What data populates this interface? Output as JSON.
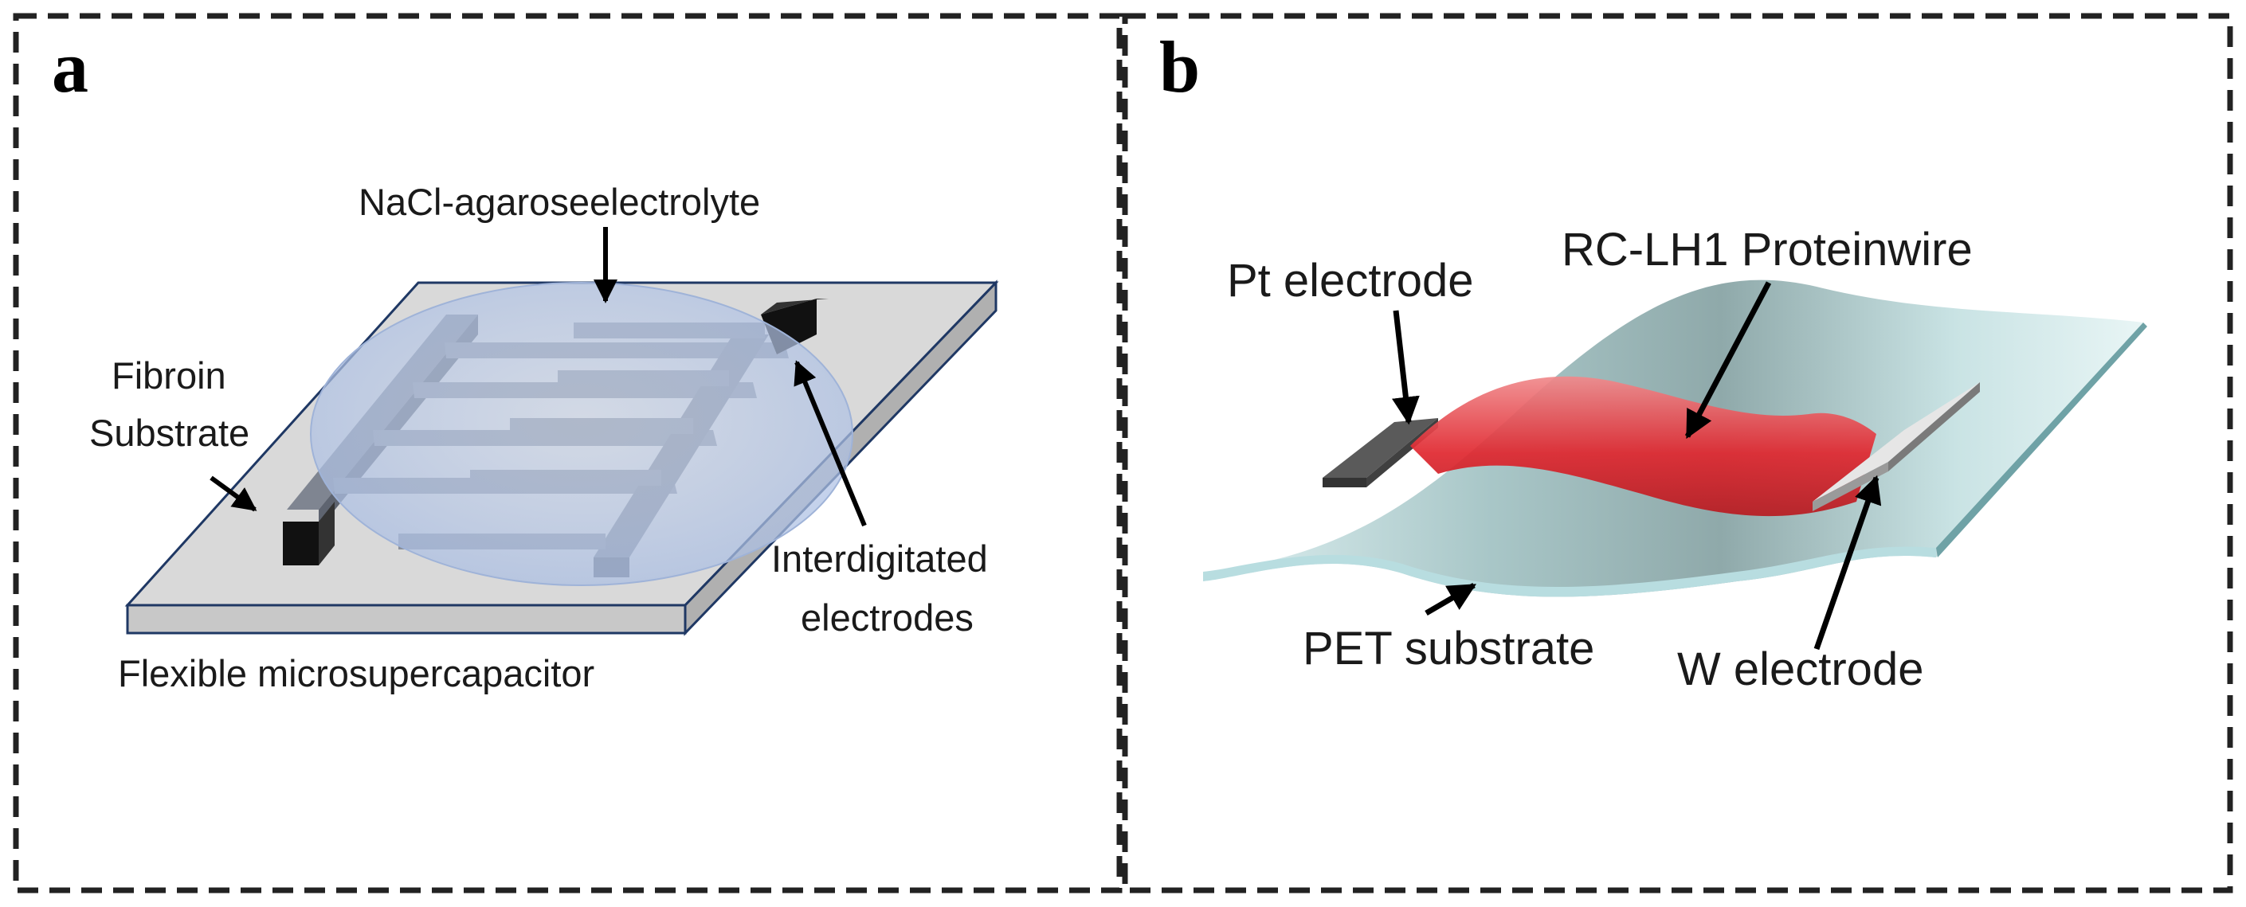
{
  "panel_a": {
    "letter": "a",
    "labels": {
      "electrolyte": "NaCl-agaroseelectrolyte",
      "fibroin_line1": "Fibroin",
      "fibroin_line2": "Substrate",
      "interdigitated_line1": "Interdigitated",
      "interdigitated_line2": "electrodes",
      "caption": "Flexible microsupercapacitor"
    },
    "colors": {
      "substrate": "#d9d9d9",
      "substrate_edge": "#1f3864",
      "electrode": "#7f8591",
      "contact_pad": "#111111",
      "electrolyte": "#b4c7e7"
    }
  },
  "panel_b": {
    "letter": "b",
    "labels": {
      "pt_electrode": "Pt electrode",
      "protein_wire": "RC-LH1 Proteinwire",
      "pet_substrate": "PET substrate",
      "w_electrode": "W electrode"
    },
    "colors": {
      "pet": "#cfe8ea",
      "protein_wire": "#e8232b",
      "pt": "#4d4d4d",
      "w": "#e6e6e6"
    }
  }
}
